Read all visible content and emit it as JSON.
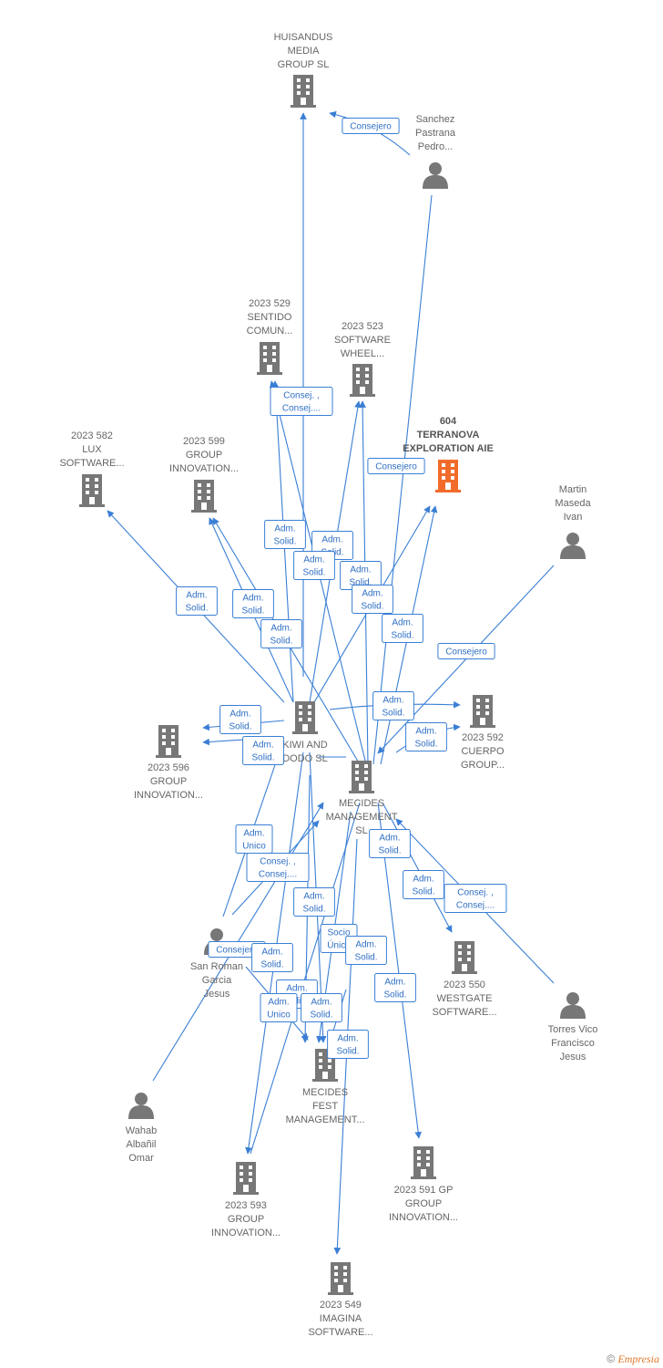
{
  "colors": {
    "edge": "#3a7fd5",
    "company": "#777777",
    "highlight": "#f26b2b",
    "person": "#777777"
  },
  "nodes": [
    {
      "id": "huisandus",
      "kind": "company",
      "lines": [
        "HUISANDUS",
        "MEDIA",
        "GROUP  SL"
      ]
    },
    {
      "id": "sanchez",
      "kind": "person",
      "lines": [
        "Sanchez",
        "Pastrana",
        "Pedro..."
      ]
    },
    {
      "id": "sentido",
      "kind": "company",
      "lines": [
        "2023 529",
        "SENTIDO",
        "COMUN..."
      ]
    },
    {
      "id": "wheel",
      "kind": "company",
      "lines": [
        "2023 523",
        "SOFTWARE",
        "WHEEL..."
      ]
    },
    {
      "id": "terranova",
      "kind": "company",
      "highlight": true,
      "lines": [
        "604",
        "TERRANOVA",
        "EXPLORATION AIE"
      ]
    },
    {
      "id": "lux",
      "kind": "company",
      "lines": [
        "2023 582",
        "LUX",
        "SOFTWARE..."
      ]
    },
    {
      "id": "g599",
      "kind": "company",
      "lines": [
        "2023 599",
        "GROUP",
        "INNOVATION..."
      ]
    },
    {
      "id": "martin",
      "kind": "person",
      "lines": [
        "Martin",
        "Maseda",
        "Ivan"
      ]
    },
    {
      "id": "kiwi",
      "kind": "company",
      "lines": [
        "KIWI AND",
        "DODO  SL"
      ]
    },
    {
      "id": "cuerpo",
      "kind": "company",
      "lines": [
        "2023 592",
        "CUERPO",
        "GROUP..."
      ]
    },
    {
      "id": "g596",
      "kind": "company",
      "lines": [
        "2023 596",
        "GROUP",
        "INNOVATION..."
      ]
    },
    {
      "id": "mecides_m",
      "kind": "company",
      "lines": [
        "MECIDES",
        "MANAGEMENT",
        "SL"
      ]
    },
    {
      "id": "westgate",
      "kind": "company",
      "lines": [
        "2023 550",
        "WESTGATE",
        "SOFTWARE..."
      ]
    },
    {
      "id": "sanroman",
      "kind": "person",
      "lines": [
        "San Roman",
        "Garcia",
        "Jesus"
      ]
    },
    {
      "id": "torres",
      "kind": "person",
      "lines": [
        "Torres Vico",
        "Francisco",
        "Jesus"
      ]
    },
    {
      "id": "fest",
      "kind": "company",
      "lines": [
        "MECIDES",
        "FEST",
        "MANAGEMENT..."
      ]
    },
    {
      "id": "wahab",
      "kind": "person",
      "lines": [
        "Wahab",
        "Albañil",
        "Omar"
      ]
    },
    {
      "id": "g593",
      "kind": "company",
      "lines": [
        "2023 593",
        "GROUP",
        "INNOVATION..."
      ]
    },
    {
      "id": "g591",
      "kind": "company",
      "lines": [
        "2023 591 GP",
        "GROUP",
        "INNOVATION..."
      ]
    },
    {
      "id": "imagina",
      "kind": "company",
      "lines": [
        "2023 549",
        "IMAGINA",
        "SOFTWARE..."
      ]
    }
  ],
  "relations": [
    {
      "id": "r1",
      "lines": [
        "Consejero"
      ]
    },
    {
      "id": "r2",
      "lines": [
        "Consej. ,",
        "Consej...."
      ]
    },
    {
      "id": "r3",
      "lines": [
        "Consejero"
      ]
    },
    {
      "id": "r4",
      "lines": [
        "Adm.",
        "Solid."
      ]
    },
    {
      "id": "r5",
      "lines": [
        "Adm.",
        "Solid."
      ]
    },
    {
      "id": "r6",
      "lines": [
        "Adm.",
        "Solid."
      ]
    },
    {
      "id": "r7",
      "lines": [
        "Adm.",
        "Solid."
      ]
    },
    {
      "id": "r8",
      "lines": [
        "Adm.",
        "Solid."
      ]
    },
    {
      "id": "r9",
      "lines": [
        "Adm.",
        "Solid."
      ]
    },
    {
      "id": "r10",
      "lines": [
        "Adm.",
        "Solid."
      ]
    },
    {
      "id": "r11",
      "lines": [
        "Adm.",
        "Solid."
      ]
    },
    {
      "id": "r12",
      "lines": [
        "Adm.",
        "Solid."
      ]
    },
    {
      "id": "r13",
      "lines": [
        "Consejero"
      ]
    },
    {
      "id": "r14",
      "lines": [
        "Adm.",
        "Solid."
      ]
    },
    {
      "id": "r15",
      "lines": [
        "Adm.",
        "Solid."
      ]
    },
    {
      "id": "r16",
      "lines": [
        "Adm.",
        "Solid."
      ]
    },
    {
      "id": "r17",
      "lines": [
        "Adm.",
        "Solid."
      ]
    },
    {
      "id": "r18",
      "lines": [
        "Adm.",
        "Unico"
      ]
    },
    {
      "id": "r19",
      "lines": [
        "Consej. ,",
        "Consej...."
      ]
    },
    {
      "id": "r20",
      "lines": [
        "Adm.",
        "Solid."
      ]
    },
    {
      "id": "r21",
      "lines": [
        "Adm.",
        "Solid."
      ]
    },
    {
      "id": "r22",
      "lines": [
        "Consej. ,",
        "Consej...."
      ]
    },
    {
      "id": "r23",
      "lines": [
        "Adm.",
        "Solid."
      ]
    },
    {
      "id": "r24",
      "lines": [
        "Socio",
        "Único"
      ]
    },
    {
      "id": "r25",
      "lines": [
        "Adm.",
        "Solid."
      ]
    },
    {
      "id": "r26",
      "lines": [
        "Consejero"
      ]
    },
    {
      "id": "r27",
      "lines": [
        "Adm.",
        "Solid."
      ]
    },
    {
      "id": "r28",
      "lines": [
        "Adm.",
        "Solid."
      ]
    },
    {
      "id": "r29",
      "lines": [
        "Adm.",
        "Unico"
      ]
    },
    {
      "id": "r30",
      "lines": [
        "Adm.",
        "Solid."
      ]
    },
    {
      "id": "r31",
      "lines": [
        "Adm.",
        "Solid."
      ]
    },
    {
      "id": "r32",
      "lines": [
        "Adm.",
        "Solid."
      ]
    }
  ],
  "footer": {
    "copyright": "©",
    "brand": "Empresia"
  }
}
